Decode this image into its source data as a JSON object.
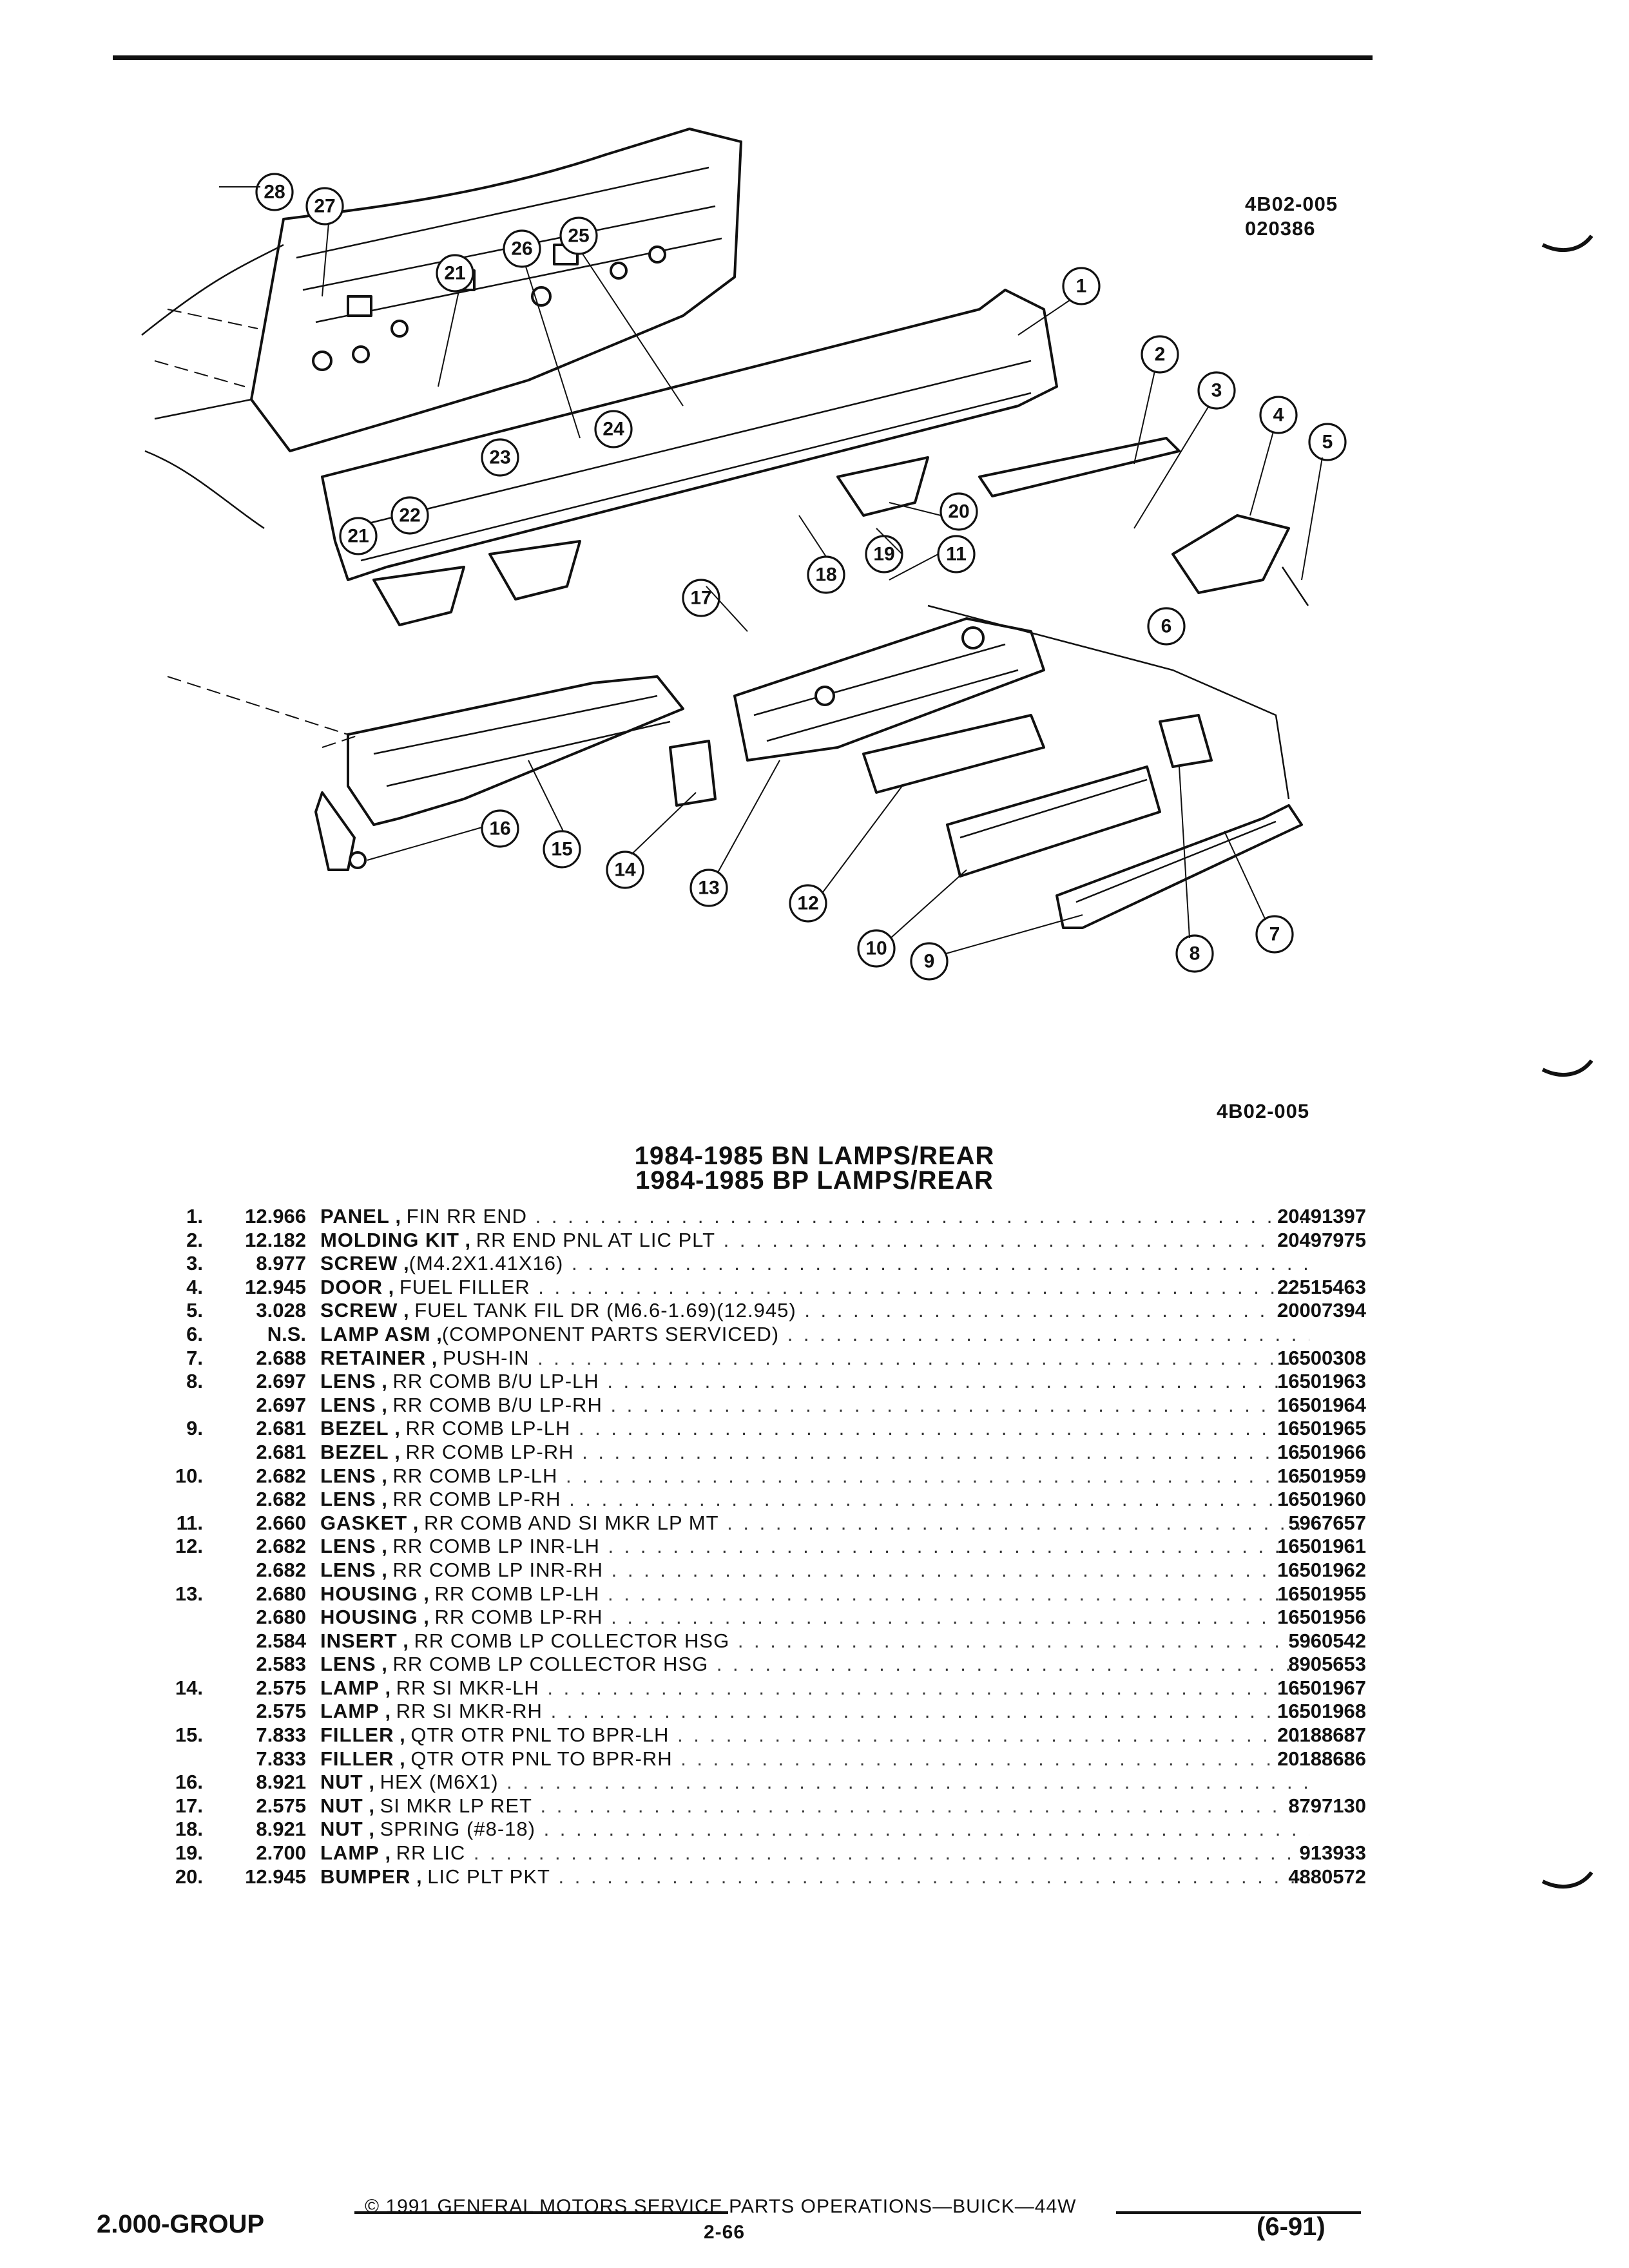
{
  "figure": {
    "ref_code": "4B02-005",
    "ref_date": "020386",
    "bottom_ref": "4B02-005",
    "callouts": [
      "1",
      "2",
      "3",
      "4",
      "5",
      "6",
      "7",
      "8",
      "9",
      "10",
      "11",
      "12",
      "13",
      "14",
      "15",
      "16",
      "17",
      "18",
      "19",
      "20",
      "21",
      "22",
      "23",
      "24",
      "25",
      "26",
      "27",
      "28"
    ]
  },
  "titles": [
    "1984-1985 BN LAMPS/REAR",
    "1984-1985 BP LAMPS/REAR"
  ],
  "parts": [
    {
      "num": "1.",
      "group": "12.966",
      "name": "PANEL",
      "spec": "FIN RR END",
      "part_no": "20491397"
    },
    {
      "num": "2.",
      "group": "12.182",
      "name": "MOLDING KIT",
      "spec": "RR END PNL AT LIC PLT",
      "part_no": "20497975"
    },
    {
      "num": "3.",
      "group": "8.977",
      "name": "SCREW",
      "spec": "(M4.2X1.41X16)",
      "part_no": ""
    },
    {
      "num": "4.",
      "group": "12.945",
      "name": "DOOR",
      "spec": "FUEL FILLER",
      "part_no": "22515463"
    },
    {
      "num": "5.",
      "group": "3.028",
      "name": "SCREW",
      "spec": "FUEL TANK FIL DR (M6.6-1.69)(12.945)",
      "part_no": "20007394"
    },
    {
      "num": "6.",
      "group": "N.S.",
      "name": "LAMP ASM",
      "spec": "(COMPONENT PARTS SERVICED)",
      "part_no": ""
    },
    {
      "num": "7.",
      "group": "2.688",
      "name": "RETAINER",
      "spec": "PUSH-IN",
      "part_no": "16500308"
    },
    {
      "num": "8.",
      "group": "2.697",
      "name": "LENS",
      "spec": "RR COMB B/U LP-LH",
      "part_no": "16501963"
    },
    {
      "num": "",
      "group": "2.697",
      "name": "LENS",
      "spec": "RR COMB B/U LP-RH",
      "part_no": "16501964"
    },
    {
      "num": "9.",
      "group": "2.681",
      "name": "BEZEL",
      "spec": "RR COMB LP-LH",
      "part_no": "16501965"
    },
    {
      "num": "",
      "group": "2.681",
      "name": "BEZEL",
      "spec": "RR COMB LP-RH",
      "part_no": "16501966"
    },
    {
      "num": "10.",
      "group": "2.682",
      "name": "LENS",
      "spec": "RR COMB LP-LH",
      "part_no": "16501959"
    },
    {
      "num": "",
      "group": "2.682",
      "name": "LENS",
      "spec": "RR COMB LP-RH",
      "part_no": "16501960"
    },
    {
      "num": "11.",
      "group": "2.660",
      "name": "GASKET",
      "spec": "RR COMB AND SI MKR LP MT",
      "part_no": "5967657"
    },
    {
      "num": "12.",
      "group": "2.682",
      "name": "LENS",
      "spec": "RR COMB LP INR-LH",
      "part_no": "16501961"
    },
    {
      "num": "",
      "group": "2.682",
      "name": "LENS",
      "spec": "RR COMB LP INR-RH",
      "part_no": "16501962"
    },
    {
      "num": "13.",
      "group": "2.680",
      "name": "HOUSING",
      "spec": "RR COMB LP-LH",
      "part_no": "16501955"
    },
    {
      "num": "",
      "group": "2.680",
      "name": "HOUSING",
      "spec": "RR COMB LP-RH",
      "part_no": "16501956"
    },
    {
      "num": "",
      "group": "2.584",
      "name": "INSERT",
      "spec": "RR COMB LP COLLECTOR HSG",
      "part_no": "5960542"
    },
    {
      "num": "",
      "group": "2.583",
      "name": "LENS",
      "spec": "RR COMB LP COLLECTOR HSG",
      "part_no": "8905653"
    },
    {
      "num": "14.",
      "group": "2.575",
      "name": "LAMP",
      "spec": "RR SI MKR-LH",
      "part_no": "16501967"
    },
    {
      "num": "",
      "group": "2.575",
      "name": "LAMP",
      "spec": "RR SI MKR-RH",
      "part_no": "16501968"
    },
    {
      "num": "15.",
      "group": "7.833",
      "name": "FILLER",
      "spec": "QTR OTR PNL TO BPR-LH",
      "part_no": "20188687"
    },
    {
      "num": "",
      "group": "7.833",
      "name": "FILLER",
      "spec": "QTR OTR PNL TO BPR-RH",
      "part_no": "20188686"
    },
    {
      "num": "16.",
      "group": "8.921",
      "name": "NUT",
      "spec": "HEX (M6X1)",
      "part_no": ""
    },
    {
      "num": "17.",
      "group": "2.575",
      "name": "NUT",
      "spec": "SI MKR LP RET",
      "part_no": "8797130"
    },
    {
      "num": "18.",
      "group": "8.921",
      "name": "NUT",
      "spec": "SPRING (#8-18)",
      "part_no": ""
    },
    {
      "num": "19.",
      "group": "2.700",
      "name": "LAMP",
      "spec": "RR LIC",
      "part_no": "913933"
    },
    {
      "num": "20.",
      "group": "12.945",
      "name": "BUMPER",
      "spec": "LIC PLT PKT",
      "part_no": "4880572"
    }
  ],
  "footer": {
    "copyright": "© 1991 GENERAL MOTORS SERVICE PARTS OPERATIONS—BUICK—44W",
    "section": "2.000-GROUP",
    "page": "2-66",
    "date": "(6-91)"
  }
}
